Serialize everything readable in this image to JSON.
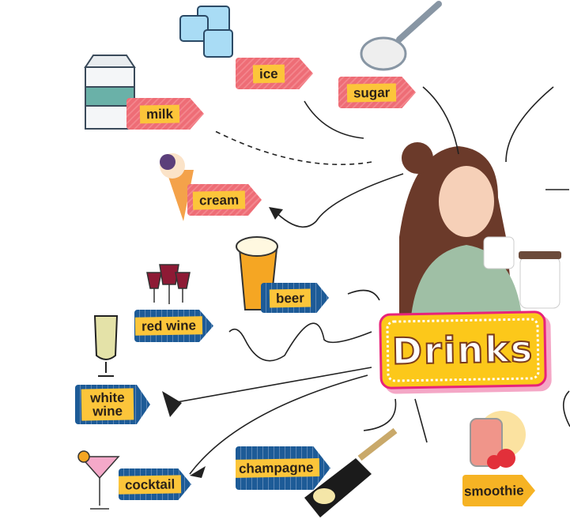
{
  "title": "Drinks",
  "items": {
    "ice": "ice",
    "sugar": "sugar",
    "milk": "milk",
    "cream": "cream",
    "beer": "beer",
    "red_wine": "red wine",
    "white_wine": "white wine",
    "cocktail": "cocktail",
    "champagne": "champagne",
    "smoothie": "smoothie"
  },
  "colors": {
    "red_tag": "#ee6d76",
    "blue_tag": "#1d5b97",
    "label_yellow": "#fcc53a",
    "title_yellow": "#fcc81a",
    "title_border": "#e8237a"
  }
}
